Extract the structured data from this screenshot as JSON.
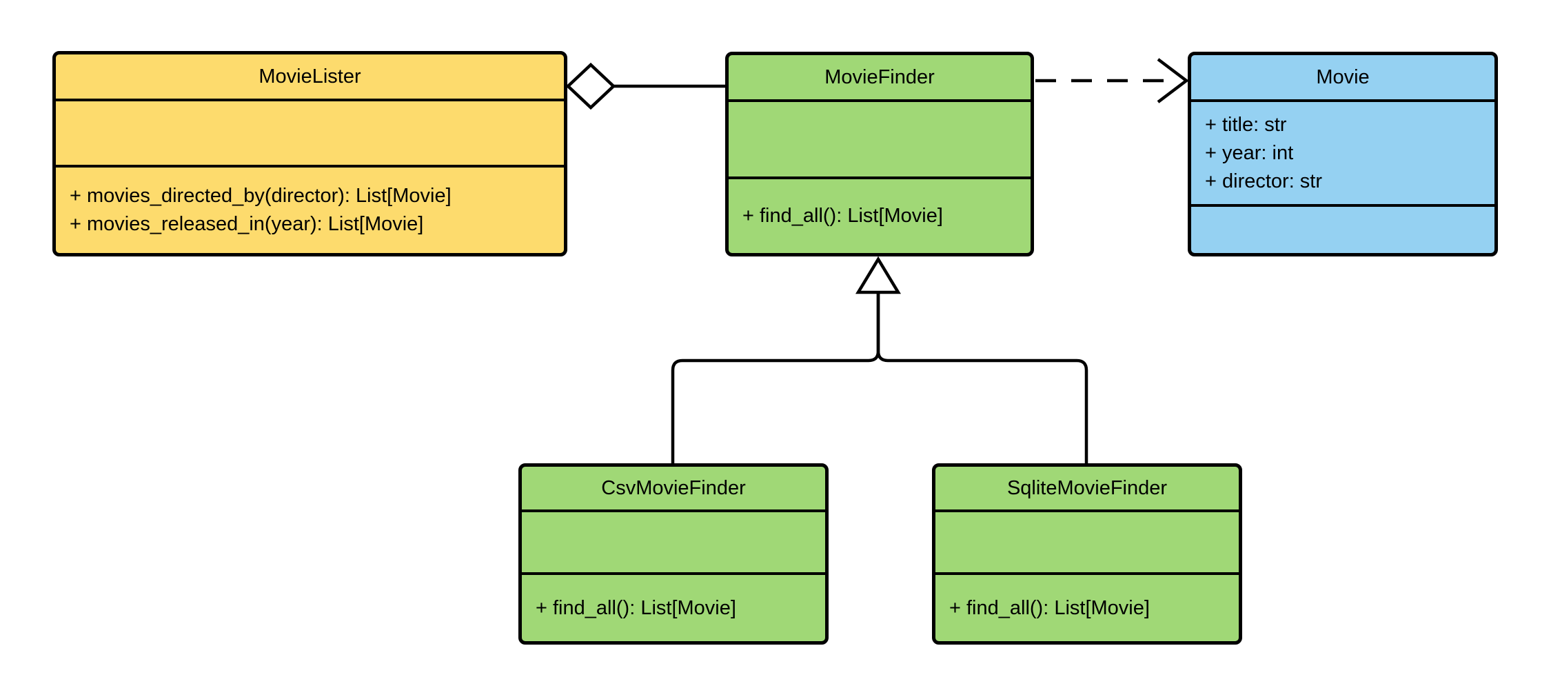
{
  "diagram": {
    "kind": "uml-class-diagram",
    "background": "#ffffff",
    "stroke": "#000000"
  },
  "colors": {
    "lister_fill": "#FDDB6D",
    "finder_fill": "#A0D876",
    "movie_fill": "#95D1F2"
  },
  "classes": {
    "movieLister": {
      "name": "MovieLister",
      "attributes": [],
      "methods": [
        "+ movies_directed_by(director): List[Movie]",
        "+ movies_released_in(year): List[Movie]"
      ]
    },
    "movieFinder": {
      "name": "MovieFinder",
      "attributes": [],
      "methods": [
        "+ find_all(): List[Movie]"
      ]
    },
    "movie": {
      "name": "Movie",
      "attributes": [
        "+ title: str",
        "+ year: int",
        "+ director: str"
      ],
      "methods": []
    },
    "csvMovieFinder": {
      "name": "CsvMovieFinder",
      "attributes": [],
      "methods": [
        "+ find_all(): List[Movie]"
      ]
    },
    "sqliteMovieFinder": {
      "name": "SqliteMovieFinder",
      "attributes": [],
      "methods": [
        "+ find_all(): List[Movie]"
      ]
    }
  },
  "relationships": [
    {
      "type": "aggregation",
      "owner": "MovieLister",
      "part": "MovieFinder"
    },
    {
      "type": "dependency",
      "from": "MovieFinder",
      "to": "Movie"
    },
    {
      "type": "inheritance",
      "child": "CsvMovieFinder",
      "parent": "MovieFinder"
    },
    {
      "type": "inheritance",
      "child": "SqliteMovieFinder",
      "parent": "MovieFinder"
    }
  ]
}
